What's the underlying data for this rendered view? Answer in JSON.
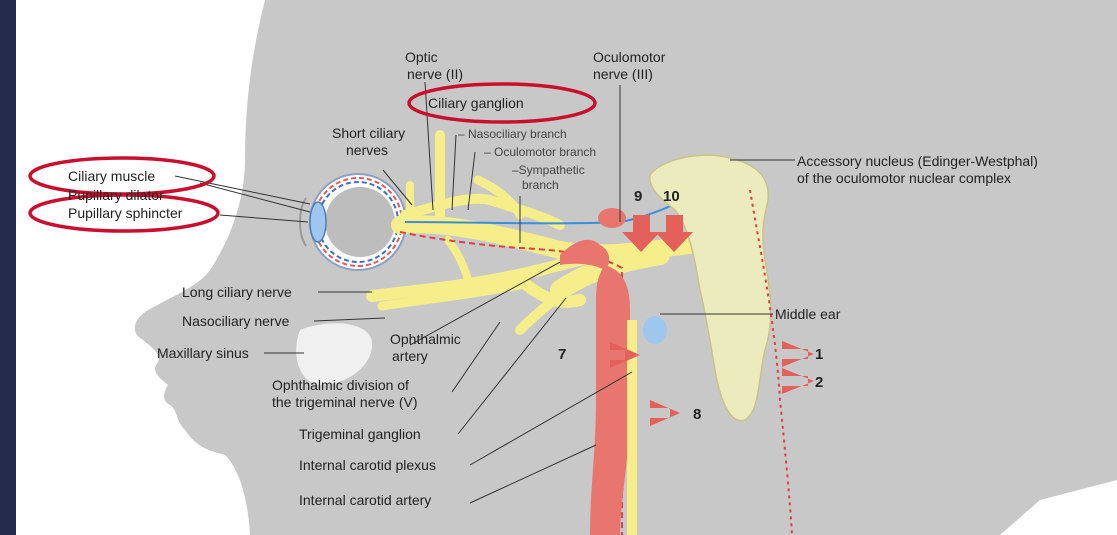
{
  "labels": {
    "optic_nerve_1": "Optic",
    "optic_nerve_2": "nerve (II)",
    "oculomotor_1": "Oculomotor",
    "oculomotor_2": "nerve (III)",
    "ciliary_ganglion": "Ciliary ganglion",
    "short_ciliary_1": "Short ciliary",
    "short_ciliary_2": "nerves",
    "nasociliary_branch": "– Nasociliary branch",
    "oculomotor_branch": "– Oculomotor branch",
    "sympathetic_1": "–Sympathetic",
    "sympathetic_2": "branch",
    "ciliary_muscle": "Ciliary muscle",
    "pupillary_dilator": "Pupillary dilator",
    "pupillary_sphincter": "Pupillary sphincter",
    "accessory_1": "Accessory nucleus (Edinger-Westphal)",
    "accessory_2": "of the oculomotor nuclear complex",
    "long_ciliary": "Long ciliary nerve",
    "nasociliary_nerve": "Nasociliary nerve",
    "maxillary_sinus": "Maxillary sinus",
    "ophthalmic_artery_1": "Ophthalmic",
    "ophthalmic_artery_2": "artery",
    "ophthalmic_div_1": "Ophthalmic division of",
    "ophthalmic_div_2": "the trigeminal nerve (V)",
    "trigeminal_ganglion": "Trigeminal ganglion",
    "internal_carotid_plexus": "Internal carotid plexus",
    "internal_carotid_artery": "Internal carotid artery",
    "middle_ear": "Middle ear"
  },
  "markers": {
    "m1": "1",
    "m2": "2",
    "m7": "7",
    "m8": "8",
    "m9": "9",
    "m10": "10"
  },
  "colors": {
    "background": "#242b4d",
    "head": "#c8c8c8",
    "nerve_yellow": "#f5ee8a",
    "artery_red": "#e8766e",
    "brainstem_beige": "#ecebbd",
    "arrow_red": "#e4605b",
    "highlight_ring": "#c8102e",
    "parasympathetic_blue": "#3a8fd8"
  }
}
